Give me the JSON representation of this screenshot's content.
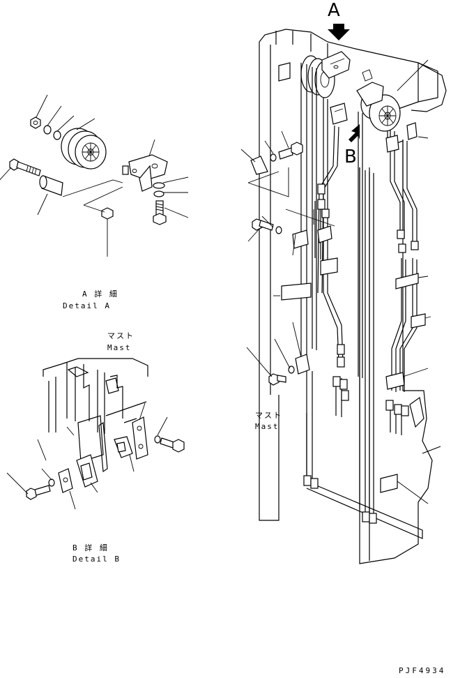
{
  "callouts": {
    "a": "A",
    "b": "B"
  },
  "detail_a": {
    "title_jp": "A 詳 細",
    "title_en": "Detail A"
  },
  "detail_b": {
    "title_jp": "B 詳 細",
    "title_en": "Detail B",
    "mast_jp": "マスト",
    "mast_en": "Mast"
  },
  "main": {
    "mast_jp": "マスト",
    "mast_en": "Mast"
  },
  "drawing_code": "PJF4934"
}
